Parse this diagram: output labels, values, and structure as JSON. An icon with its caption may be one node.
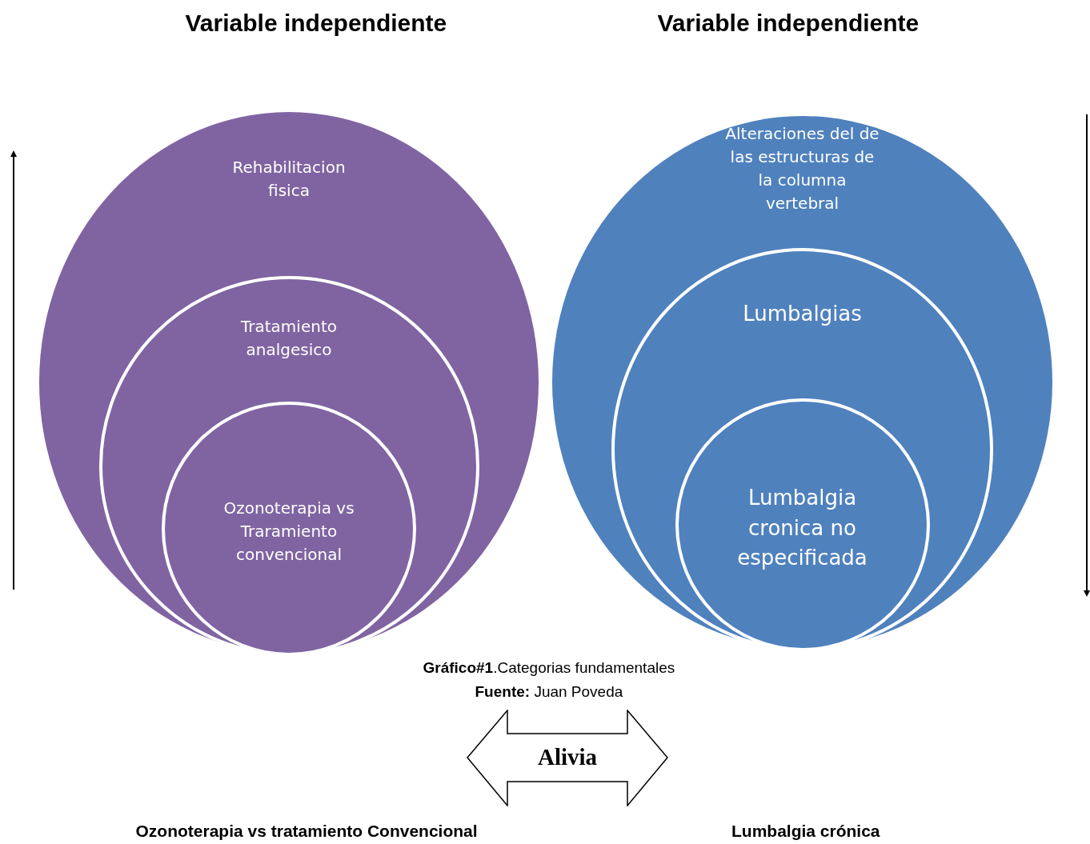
{
  "diagram": {
    "nodes": [
      {
        "text": [
          "Rehabilitacion fisica"
        ]
      },
      {
        "text": [
          "Tratamiento analgesico"
        ],
        "in": 0
      },
      {
        "text": [
          "Ozonoterapia vs Traramiento convencional"
        ],
        "in": 1
      },
      {
        "text": [
          "Alteraciones del de las estructuras de la columna vertebral"
        ]
      },
      {
        "text": [
          "Lumbalgias"
        ],
        "in": 3
      },
      {
        "text": [
          "Lumbalgia cronica no especificada"
        ],
        "in": 4
      },
      {
        "text": [
          "Alivia"
        ]
      }
    ],
    "edges": [],
    "labels": [
      "Variable independiente",
      "Variable independiente",
      "**Gráfico#1**.Categorias fundamentales",
      "**Fuente:** Juan Poveda",
      "Ozonoterapia vs tratamiento Convencional",
      "Lumbalgia crónica"
    ]
  }
}
